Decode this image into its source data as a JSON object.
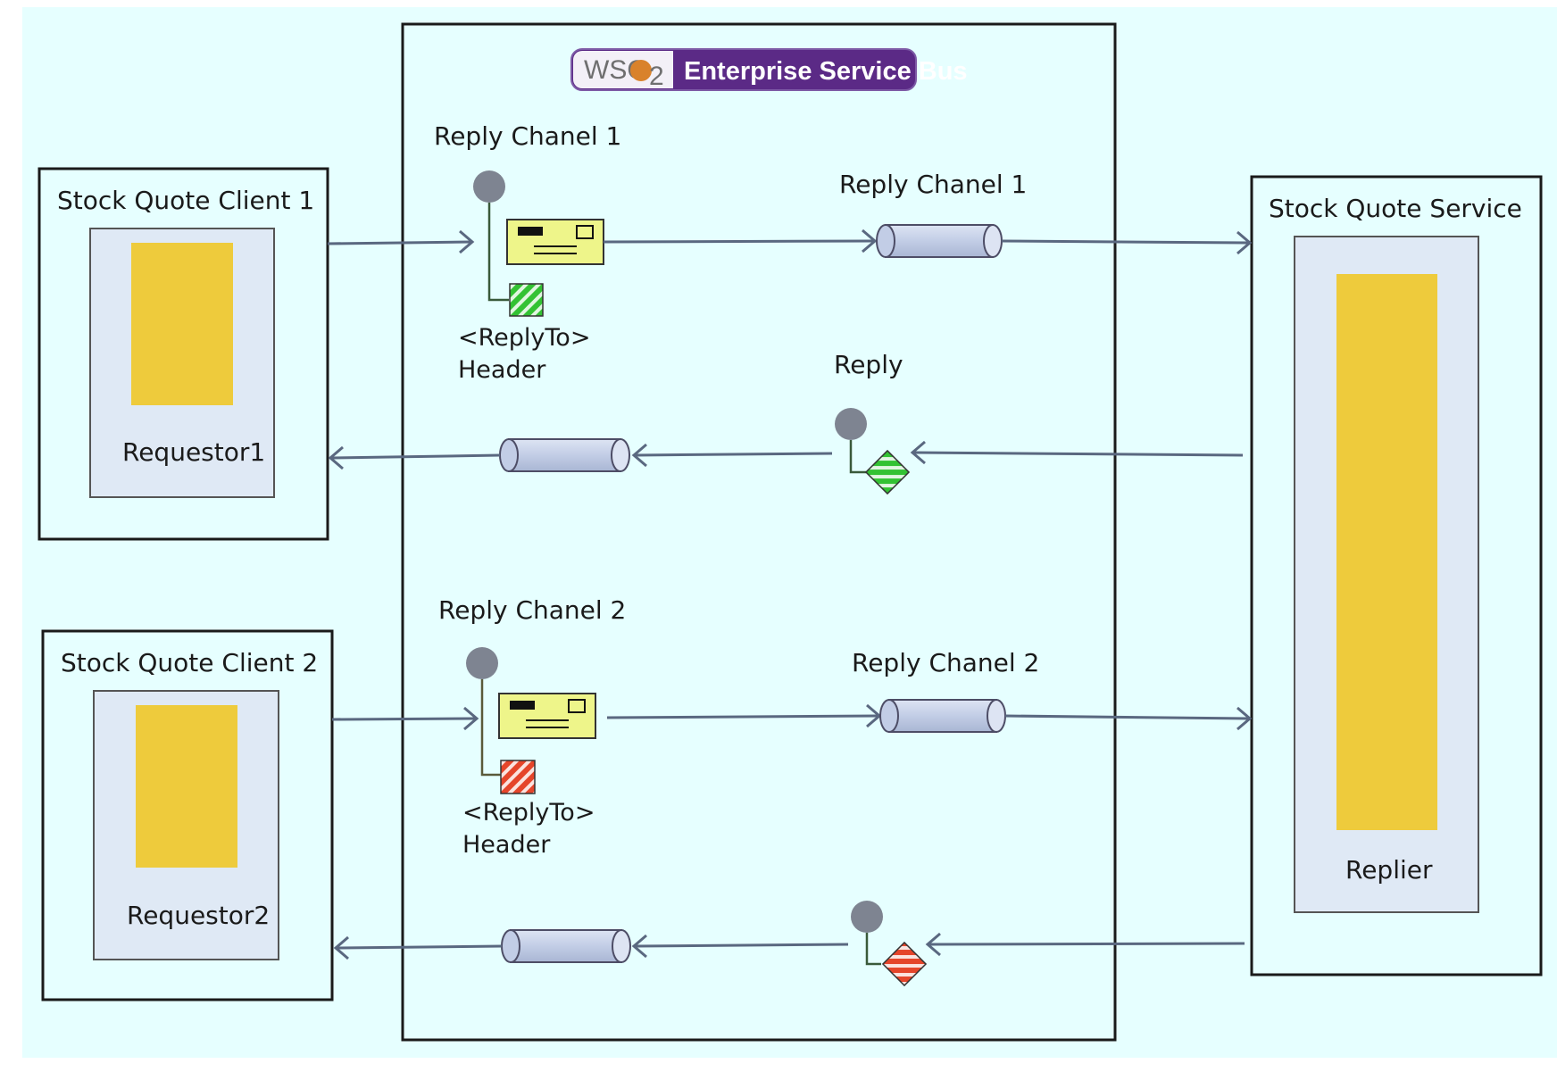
{
  "colors": {
    "background": "#e6ffff",
    "panel_fill": "#e6ffff",
    "inner_box": "#dfe9f5",
    "component_yellow": "#eecb3c",
    "channel_fill": "#c2cde6",
    "channel_stroke": "#4d4d66",
    "arrow": "#5a6880",
    "message_fill": "#eef58a",
    "node_gray": "#7e8491",
    "tag_green": "#33c233",
    "tag_red": "#e5452a",
    "logo_purple": "#5b2a86"
  },
  "esb": {
    "logo_wso": "WSO",
    "logo_sub": "2",
    "logo_text": "Enterprise Service Bus"
  },
  "clients": [
    {
      "title": "Stock Quote Client 1",
      "component": "Requestor1"
    },
    {
      "title": "Stock Quote Client 2",
      "component": "Requestor2"
    }
  ],
  "service": {
    "title": "Stock Quote Service",
    "component": "Replier"
  },
  "flows": [
    {
      "router_label": "Reply Chanel 1",
      "channel_label": "Reply Chanel 1",
      "header_line1": "<ReplyTo>",
      "header_line2": "Header",
      "reply_label": "Reply",
      "tag_icon": "green-striped-tag-icon"
    },
    {
      "router_label": "Reply Chanel 2",
      "channel_label": "Reply Chanel 2",
      "header_line1": "<ReplyTo>",
      "header_line2": "Header",
      "reply_label": "",
      "tag_icon": "red-striped-tag-icon"
    }
  ]
}
